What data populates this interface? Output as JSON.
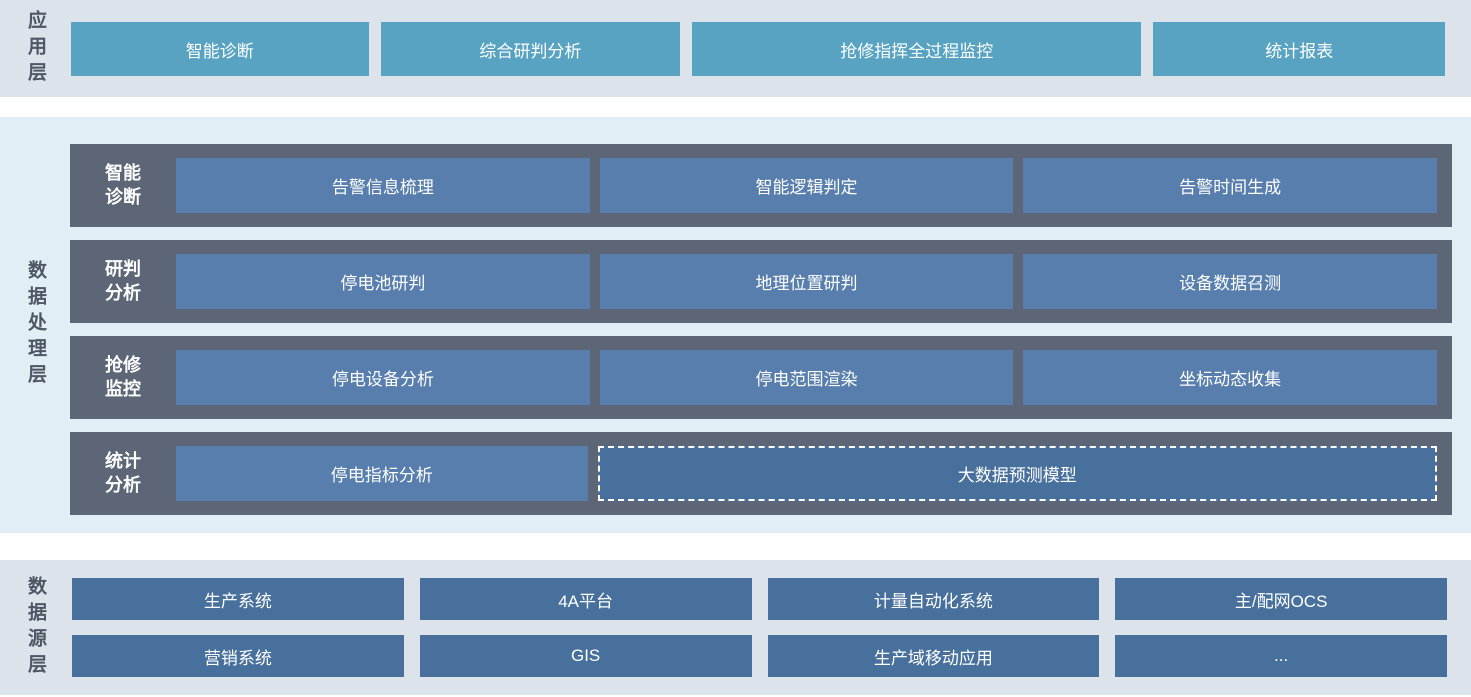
{
  "app_layer": {
    "label": "应用层",
    "buttons": [
      "智能诊断",
      "综合研判分析",
      "抢修指挥全过程监控",
      "统计报表"
    ]
  },
  "processing_layer": {
    "label": "数据处理层",
    "rows": [
      {
        "label": "智能诊断",
        "boxes": [
          "告警信息梳理",
          "智能逻辑判定",
          "告警时间生成"
        ]
      },
      {
        "label": "研判分析",
        "boxes": [
          "停电池研判",
          "地理位置研判",
          "设备数据召测"
        ]
      },
      {
        "label": "抢修监控",
        "boxes": [
          "停电设备分析",
          "停电范围渲染",
          "坐标动态收集"
        ]
      },
      {
        "label": "统计分析",
        "boxes": [
          "停电指标分析"
        ],
        "wide_box": "大数据预测模型"
      }
    ]
  },
  "source_layer": {
    "label": "数据源层",
    "rows": [
      [
        "生产系统",
        "4A平台",
        "计量自动化系统",
        "主/配网OCS"
      ],
      [
        "营销系统",
        "GIS",
        "生产域移动应用",
        "..."
      ]
    ]
  },
  "colors": {
    "app_button": "#57a3c1",
    "band_bg": "#dde3eb",
    "processing_band_bg": "#e2eef5",
    "row_container": "#5c6676",
    "process_box": "#577eac",
    "dark_box": "#47709d",
    "layer_label_text": "#4d5766",
    "box_text": "#ffffff"
  }
}
